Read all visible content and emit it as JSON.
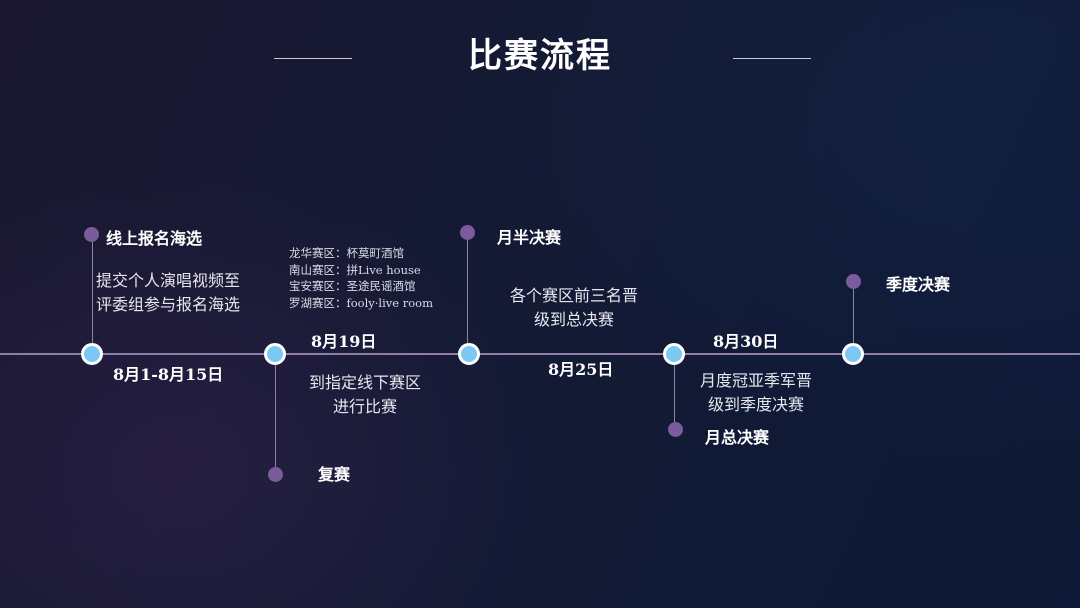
{
  "slide": {
    "title": "比赛流程"
  },
  "stages": [
    {
      "name": "线上报名海选",
      "date": "8月1-8月15日",
      "desc_lines": [
        "提交个人演唱视频至",
        "评委组参与报名海选"
      ]
    },
    {
      "name": "复赛",
      "date": "8月19日",
      "desc_lines": [
        "到指定线下赛区",
        "进行比赛"
      ],
      "venues": [
        "龙华赛区：杯莫町酒馆",
        "南山赛区：拼Live house",
        "宝安赛区：圣途民谣酒馆",
        "罗湖赛区：fooly·live room"
      ]
    },
    {
      "name": "月半决赛",
      "date": "8月25日",
      "desc_lines": [
        "各个赛区前三名晋",
        "级到总决赛"
      ]
    },
    {
      "name": "月总决赛",
      "date": "8月30日",
      "desc_lines": [
        "月度冠亚季军晋",
        "级到季度决赛"
      ]
    },
    {
      "name": "季度决赛"
    }
  ],
  "colors": {
    "node_fill": "#7cc8f4",
    "dot_fill": "#7a5b9c",
    "timeline": "#8f7fa8"
  }
}
